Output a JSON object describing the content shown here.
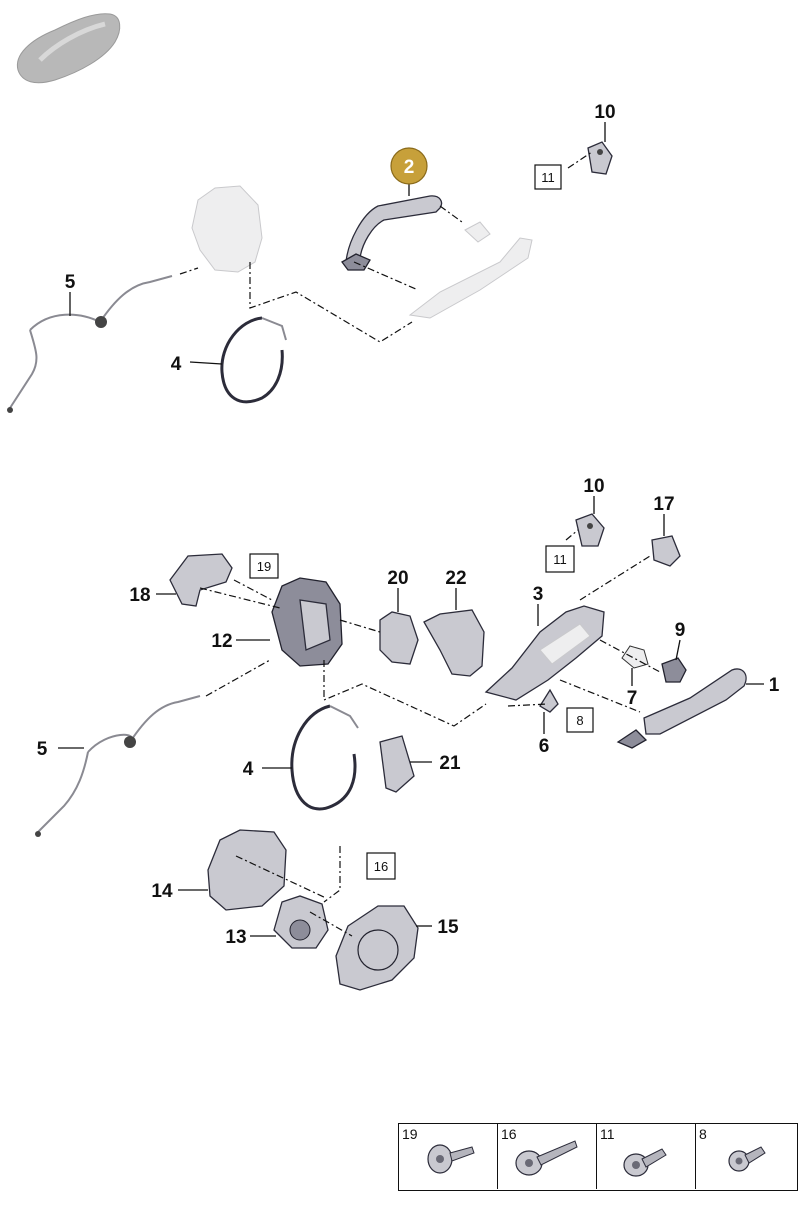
{
  "callouts": {
    "highlight": {
      "text": "2",
      "color": "#c7a03a"
    },
    "top": {
      "p10": "10",
      "p11_box": "11",
      "p5": "5",
      "p4": "4"
    },
    "bottom": {
      "p10": "10",
      "p11_box": "11",
      "p17": "17",
      "p19_box": "19",
      "p18": "18",
      "p20": "20",
      "p22": "22",
      "p3": "3",
      "p12": "12",
      "p9": "9",
      "p7": "7",
      "p1": "1",
      "p8_box": "8",
      "p6": "6",
      "p5": "5",
      "p4": "4",
      "p21": "21",
      "p16_box": "16",
      "p14": "14",
      "p13": "13",
      "p15": "15"
    }
  },
  "legend": [
    {
      "number": "19",
      "icon": "screw-flat-head-icon"
    },
    {
      "number": "16",
      "icon": "screw-long-flange-icon"
    },
    {
      "number": "11",
      "icon": "screw-torx-flange-icon"
    },
    {
      "number": "8",
      "icon": "screw-short-torx-icon"
    }
  ],
  "colors": {
    "accent": "#c7a03a",
    "ink": "#111111",
    "part": "#c9c9d0"
  }
}
